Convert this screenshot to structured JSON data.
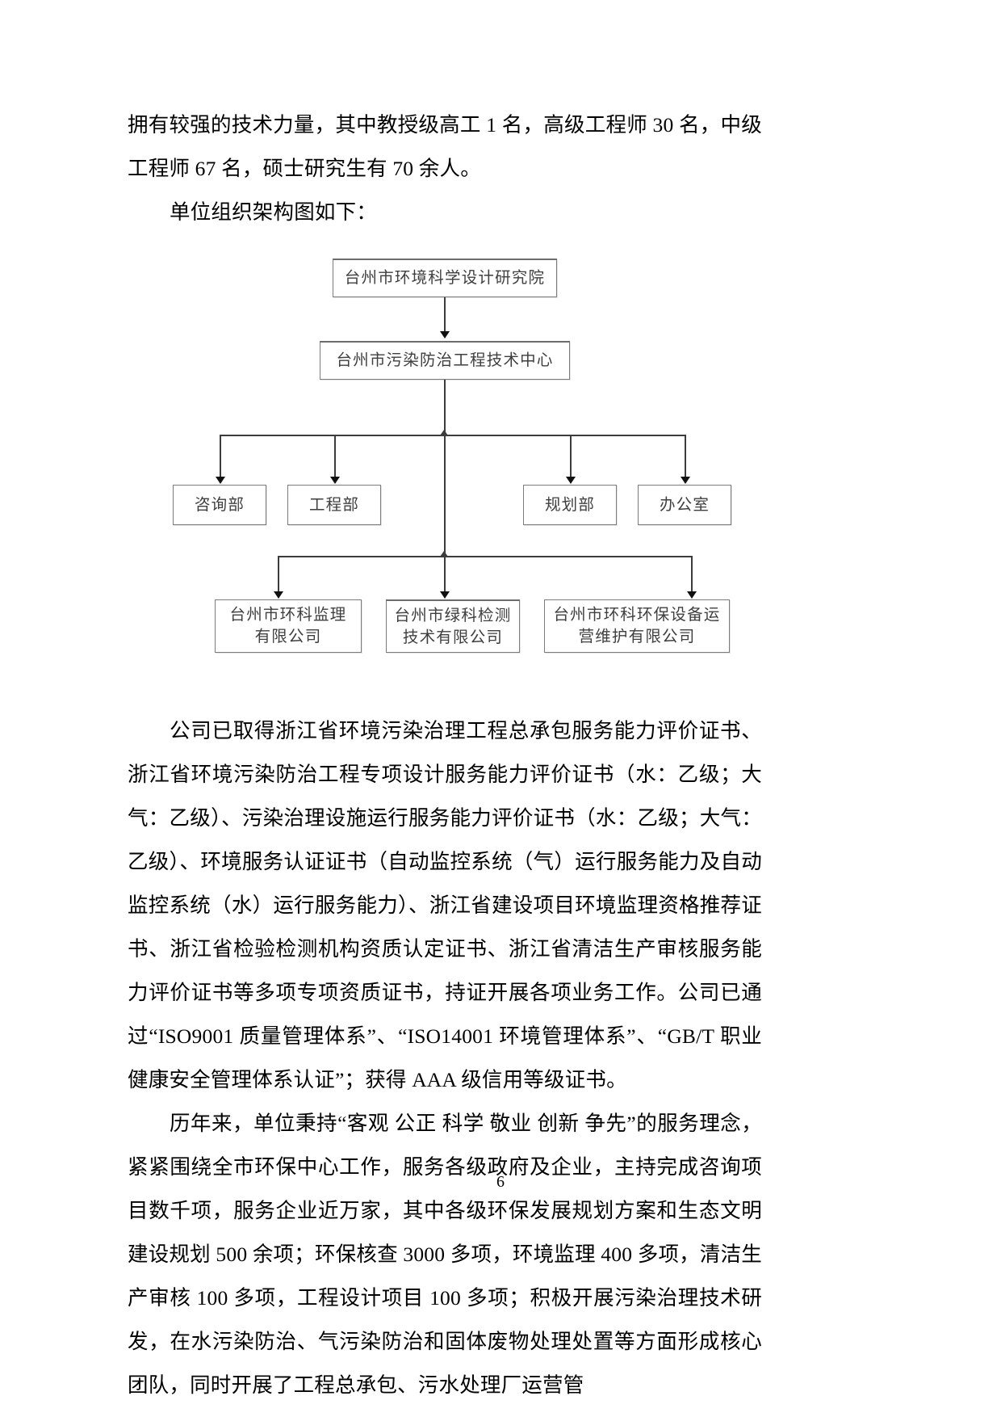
{
  "document": {
    "page_number": "6",
    "paragraphs": {
      "p1": "拥有较强的技术力量，其中教授级高工 1 名，高级工程师 30 名，中级工程师 67 名，硕士研究生有 70 余人。",
      "p2": "单位组织架构图如下：",
      "p3": "公司已取得浙江省环境污染治理工程总承包服务能力评价证书、浙江省环境污染防治工程专项设计服务能力评价证书（水：乙级；大气：乙级）、污染治理设施运行服务能力评价证书（水：乙级；大气：乙级）、环境服务认证证书（自动监控系统（气）运行服务能力及自动监控系统（水）运行服务能力）、浙江省建设项目环境监理资格推荐证书、浙江省检验检测机构资质认定证书、浙江省清洁生产审核服务能力评价证书等多项专项资质证书，持证开展各项业务工作。公司已通过“ISO9001 质量管理体系”、“ISO14001 环境管理体系”、“GB/T 职业健康安全管理体系认证”；获得 AAA 级信用等级证书。",
      "p4": "历年来，单位秉持“客观 公正 科学 敬业 创新 争先”的服务理念，紧紧围绕全市环保中心工作，服务各级政府及企业，主持完成咨询项目数千项，服务企业近万家，其中各级环保发展规划方案和生态文明建设规划 500 余项；环保核查 3000 多项，环境监理 400 多项，清洁生产审核 100 多项，工程设计项目 100 多项；积极开展污染治理技术研发，在水污染防治、气污染防治和固体废物处理处置等方面形成核心团队，同时开展了工程总承包、污水处理厂运营管"
    }
  },
  "org_chart": {
    "title": "单位组织架构图",
    "level1": {
      "label": "台州市环境科学设计研究院"
    },
    "level2": {
      "label": "台州市污染防治工程技术中心"
    },
    "departments": [
      {
        "label": "咨询部"
      },
      {
        "label": "工程部"
      },
      {
        "label": "规划部"
      },
      {
        "label": "办公室"
      }
    ],
    "subsidiaries": [
      {
        "label": "台州市环科监理\n有限公司"
      },
      {
        "label": "台州市绿科检测\n技术有限公司"
      },
      {
        "label": "台州市环科环保设备运\n营维护有限公司"
      }
    ]
  }
}
